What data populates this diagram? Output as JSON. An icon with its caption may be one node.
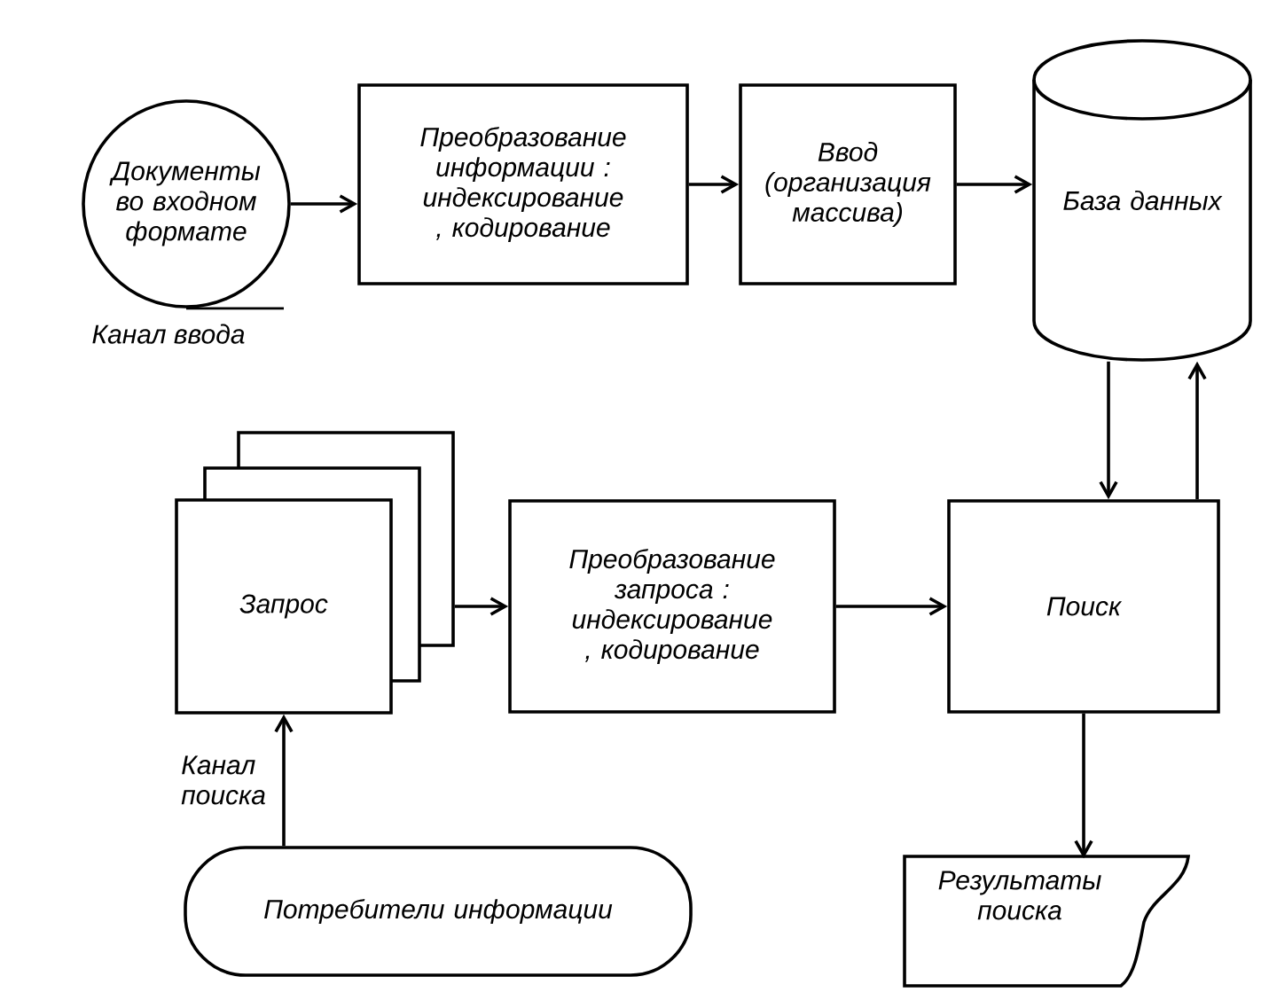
{
  "diagram": {
    "nodes": [
      {
        "text": [
          "Документы во входном формате"
        ],
        "beside": [
          "Канал ввода"
        ]
      },
      {
        "text": [
          "Преобразование информации : индексирование , кодирование"
        ]
      },
      {
        "text": [
          "Ввод (организация массива)"
        ]
      },
      {
        "text": [
          "База данных"
        ]
      },
      {
        "text": [
          "Запрос"
        ]
      },
      {
        "text": [
          "Преобразование запроса : индексирование , кодирование"
        ]
      },
      {
        "text": [
          "Поиск"
        ]
      },
      {
        "text": [
          "Результаты поиска"
        ]
      },
      {
        "text": [
          "Потребители информации"
        ]
      }
    ],
    "edges": [
      {
        "from": 0,
        "to": 1,
        "arrow": "to"
      },
      {
        "from": 1,
        "to": 2,
        "arrow": "to"
      },
      {
        "from": 2,
        "to": 3,
        "arrow": "to"
      },
      {
        "from": 3,
        "to": 6,
        "arrow": "to"
      },
      {
        "from": 6,
        "to": 3,
        "arrow": "to"
      },
      {
        "from": 4,
        "to": 5,
        "arrow": "to"
      },
      {
        "from": 5,
        "to": 6,
        "arrow": "to"
      },
      {
        "from": 6,
        "to": 7,
        "arrow": "to"
      },
      {
        "from": 8,
        "to": 4,
        "arrow": "to",
        "label": "Канал поиска"
      }
    ]
  }
}
